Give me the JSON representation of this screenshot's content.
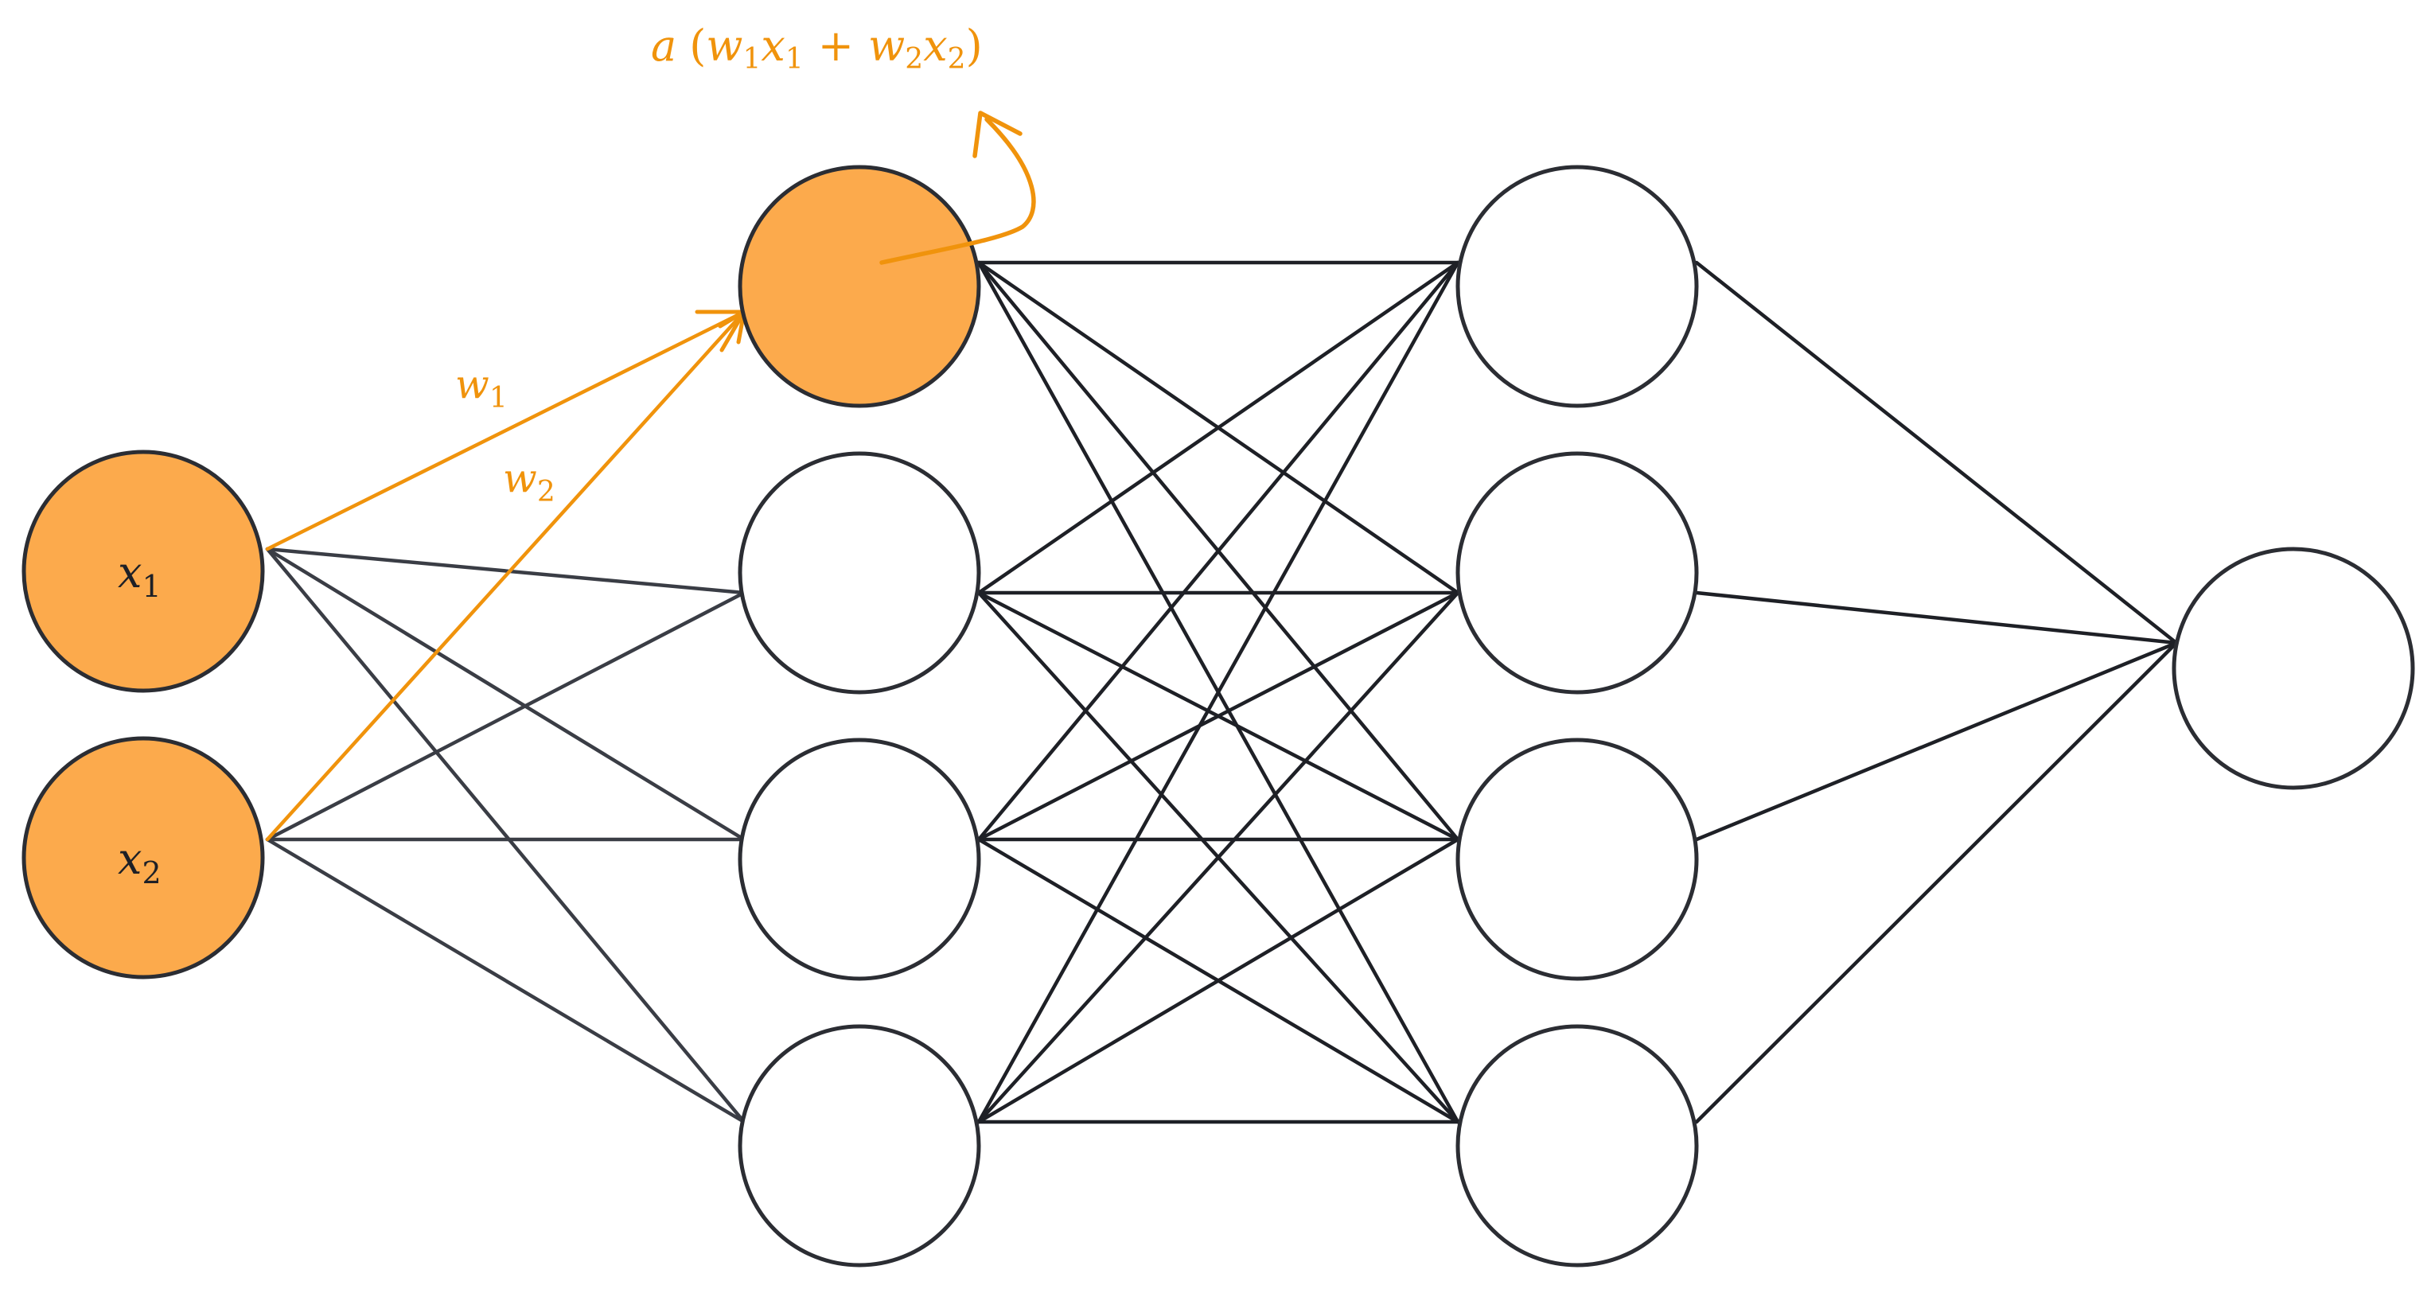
{
  "colors": {
    "accent": "#F0930C",
    "node_fill_highlight": "#FCAA4C",
    "node_stroke": "#2B2D33",
    "edge_dark": "#1E2026",
    "edge_gray": "#3A3D45",
    "background": "#FFFFFF"
  },
  "labels": {
    "x1": {
      "var": "x",
      "sub": "1"
    },
    "x2": {
      "var": "x",
      "sub": "2"
    },
    "w1": {
      "var": "w",
      "sub": "1"
    },
    "w2": {
      "var": "w",
      "sub": "2"
    },
    "activation": {
      "a": "a",
      "open": "(",
      "w1": "w",
      "s1": "1",
      "x1": "x",
      "s2": "1",
      "plus": "+",
      "w2": "w",
      "s3": "2",
      "x2": "x",
      "s4": "2",
      "close": ")"
    }
  },
  "network": {
    "layers": [
      {
        "name": "input",
        "size": 2,
        "highlighted": [
          0,
          1
        ]
      },
      {
        "name": "hidden-1",
        "size": 4,
        "highlighted": [
          0
        ]
      },
      {
        "name": "hidden-2",
        "size": 4,
        "highlighted": []
      },
      {
        "name": "output",
        "size": 1,
        "highlighted": []
      }
    ],
    "highlighted_edges": [
      {
        "from": [
          0,
          0
        ],
        "to": [
          1,
          0
        ],
        "label": "w1"
      },
      {
        "from": [
          0,
          1
        ],
        "to": [
          1,
          0
        ],
        "label": "w2"
      }
    ],
    "fully_connected": true
  }
}
